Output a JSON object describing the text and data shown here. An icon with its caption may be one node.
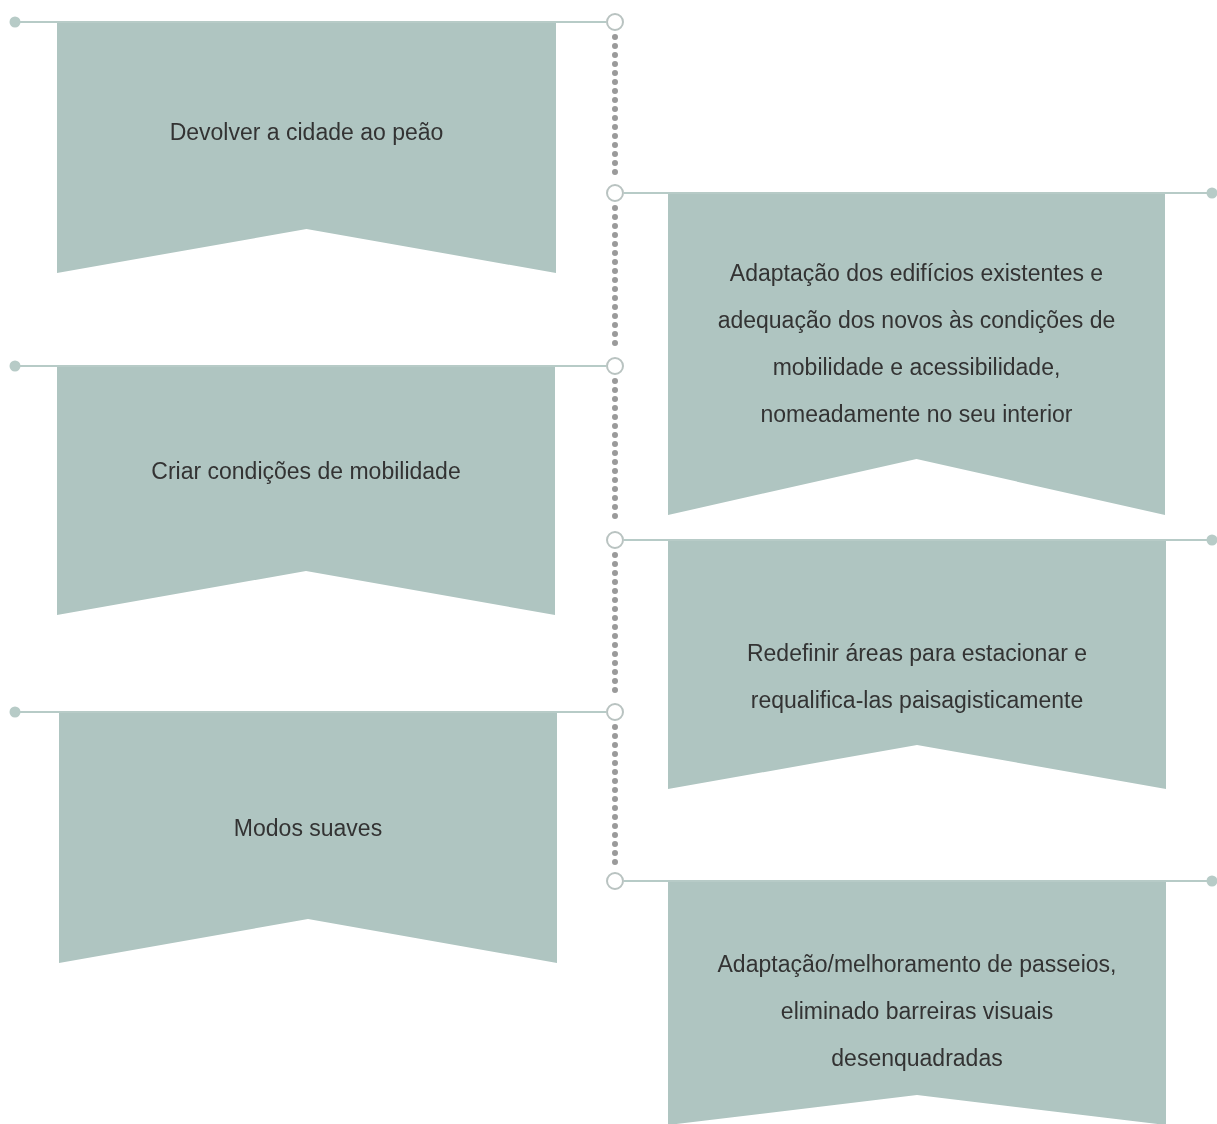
{
  "diagram": {
    "nodes": [
      {
        "text": [],
        "shape": "circle"
      },
      {
        "text": [],
        "shape": "circle"
      },
      {
        "text": [],
        "shape": "circle"
      },
      {
        "text": [],
        "shape": "circle"
      },
      {
        "text": [],
        "shape": "circle"
      },
      {
        "text": [],
        "shape": "circle"
      },
      {
        "text": [
          "Devolver a cidade ao peão"
        ]
      },
      {
        "text": [
          "Adaptação dos edifícios existentes e adequação dos novos às condições de mobilidade e acessibilidade, nomeadamente no seu interior"
        ]
      },
      {
        "text": [
          "Criar condições de mobilidade"
        ]
      },
      {
        "text": [
          "Redefinir áreas para estacionar e requalifica-las paisagisticamente"
        ]
      },
      {
        "text": [
          "Modos suaves"
        ]
      },
      {
        "text": [
          "Adaptação/melhoramento de passeios, eliminado barreiras visuais desenquadradas"
        ]
      }
    ],
    "edges": [
      {
        "from": 0,
        "to": 1,
        "arrow": "none",
        "style": "dashed"
      },
      {
        "from": 1,
        "to": 2,
        "arrow": "none",
        "style": "dashed"
      },
      {
        "from": 2,
        "to": 3,
        "arrow": "none",
        "style": "dashed"
      },
      {
        "from": 3,
        "to": 4,
        "arrow": "none",
        "style": "dashed"
      },
      {
        "from": 4,
        "to": 5,
        "arrow": "none",
        "style": "dashed"
      }
    ]
  }
}
